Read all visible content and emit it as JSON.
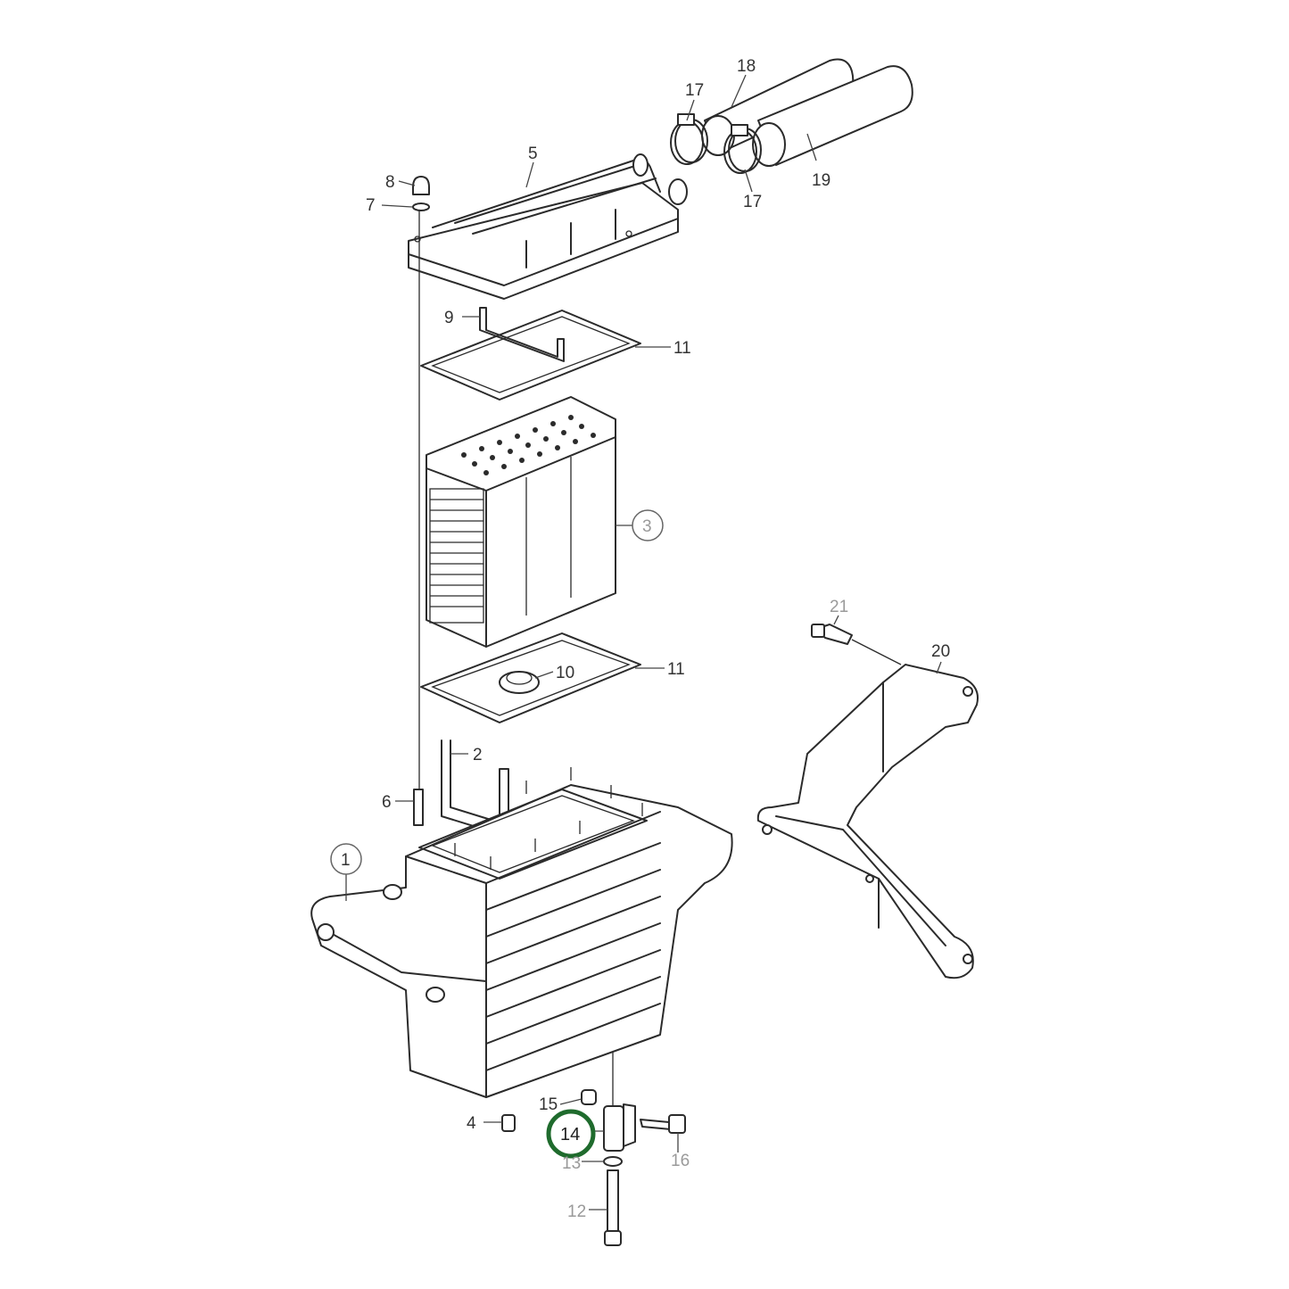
{
  "labels": {
    "p1": "1",
    "p2": "2",
    "p3": "3",
    "p4": "4",
    "p5": "5",
    "p6": "6",
    "p7": "7",
    "p8": "8",
    "p9": "9",
    "p10": "10",
    "p11_top": "11",
    "p11_bottom": "11",
    "p12": "12",
    "p13": "13",
    "p14": "14",
    "p15": "15",
    "p16": "16",
    "p17_top": "17",
    "p17_bottom": "17",
    "p18": "18",
    "p19": "19",
    "p20": "20",
    "p21": "21"
  },
  "highlight": {
    "part": "14",
    "color": "#1f6b2d"
  }
}
